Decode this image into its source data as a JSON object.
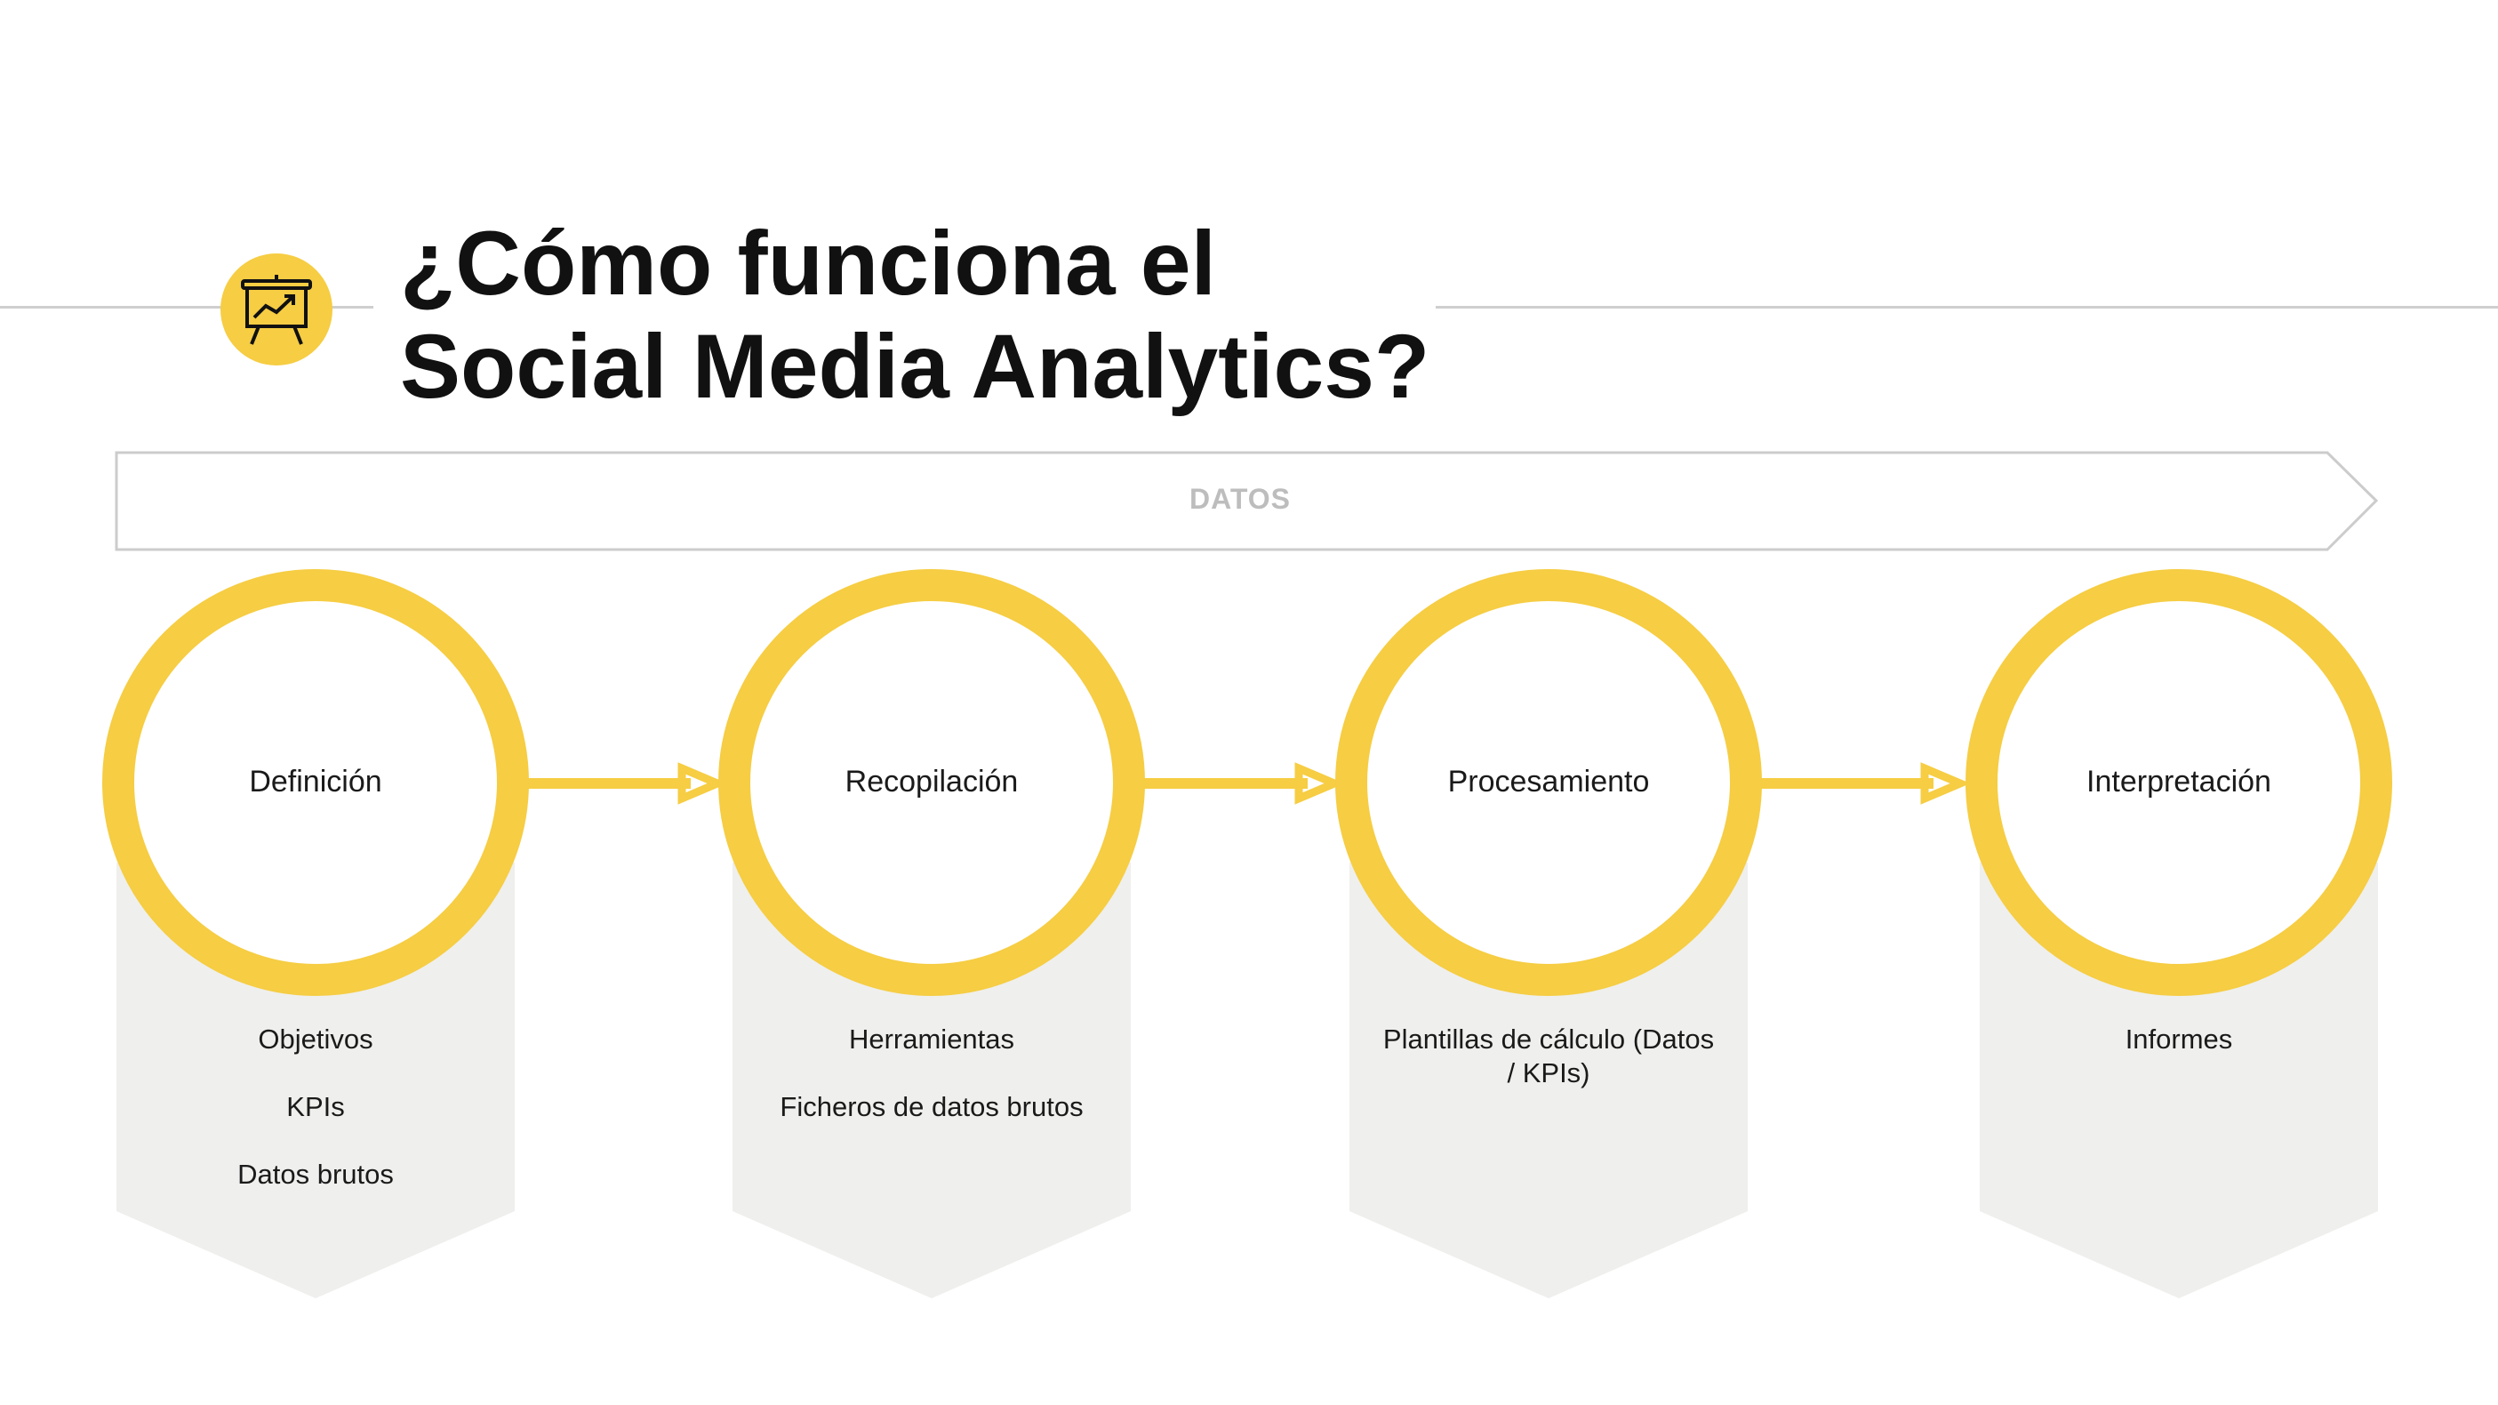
{
  "header": {
    "title_line1": "¿Cómo funciona el",
    "title_line2": "Social Media Analytics?",
    "icon": "presentation-chart-icon"
  },
  "banner": {
    "label": "DATOS"
  },
  "stages": [
    {
      "label": "Definición",
      "items": [
        "Objetivos",
        "KPIs",
        "Datos brutos"
      ]
    },
    {
      "label": "Recopilación",
      "items": [
        "Herramientas",
        "Ficheros de datos brutos"
      ]
    },
    {
      "label": "Procesamiento",
      "items": [
        "Plantillas de cálculo (Datos / KPIs)"
      ]
    },
    {
      "label": "Interpretación",
      "items": [
        "Informes"
      ]
    }
  ],
  "colors": {
    "accent": "#f6cd43",
    "tab": "#efefed",
    "banner_text": "#bdbdbd",
    "rule": "#cfcfcf"
  }
}
